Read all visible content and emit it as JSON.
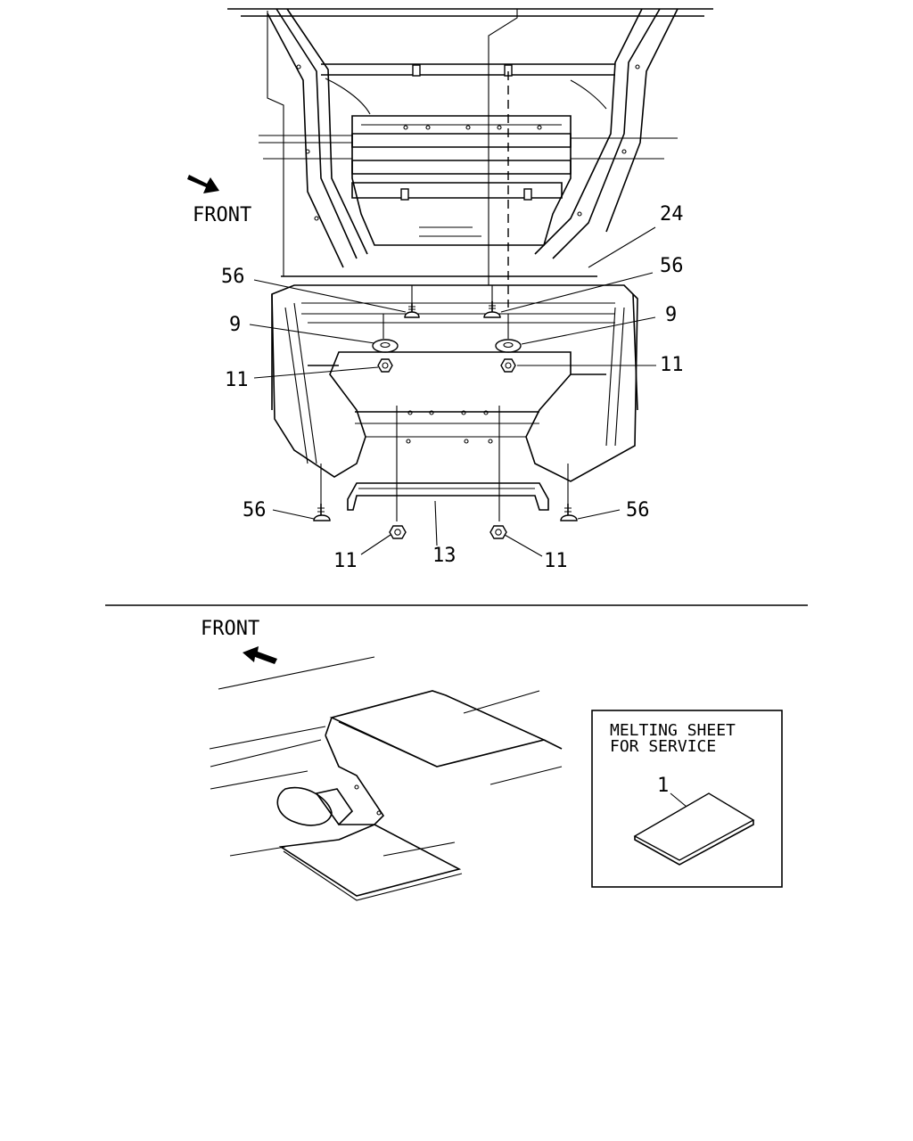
{
  "top_view": {
    "front_label": "FRONT",
    "callouts": {
      "c24": "24",
      "c56_upper_left": "56",
      "c56_upper_right": "56",
      "c9_left": "9",
      "c9_right": "9",
      "c11_left": "11",
      "c11_right": "11",
      "c56_lower_left": "56",
      "c56_lower_right": "56",
      "c11_bottom_left": "11",
      "c13": "13",
      "c11_bottom_right": "11"
    }
  },
  "detail_view": {
    "front_label": "FRONT",
    "inset": {
      "title_line1": "MELTING SHEET",
      "title_line2": "FOR SERVICE",
      "callout": "1"
    }
  },
  "colors": {
    "ink": "#000000",
    "paper": "#ffffff"
  }
}
